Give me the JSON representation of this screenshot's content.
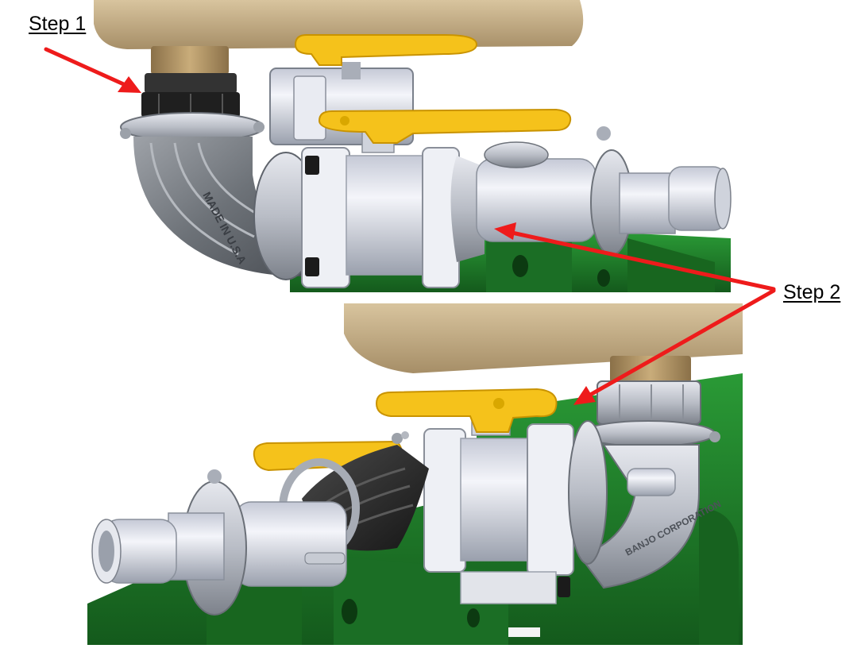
{
  "labels": {
    "step1": "Step 1",
    "step2": "Step 2",
    "embossed_made_in": "MADE IN U.S.A",
    "embossed_banjo": "BANJO CORPORATION"
  },
  "colors": {
    "arrow": "#ee1b1b",
    "handle": "#f5c21b",
    "handle_dark": "#c99300",
    "tank": "#c9b38b",
    "tank_dark": "#a38c66",
    "frame_green": "#1f7a2a",
    "frame_green_dark": "#15561d",
    "valve_body": "#f3f4f8",
    "steel": "#b8bcc4",
    "steel_dark": "#7f848c",
    "hose_black": "#2b2b2b",
    "fitting_bronze": "#b89a6a"
  },
  "icons": {
    "arrow": "red-arrow-icon"
  }
}
